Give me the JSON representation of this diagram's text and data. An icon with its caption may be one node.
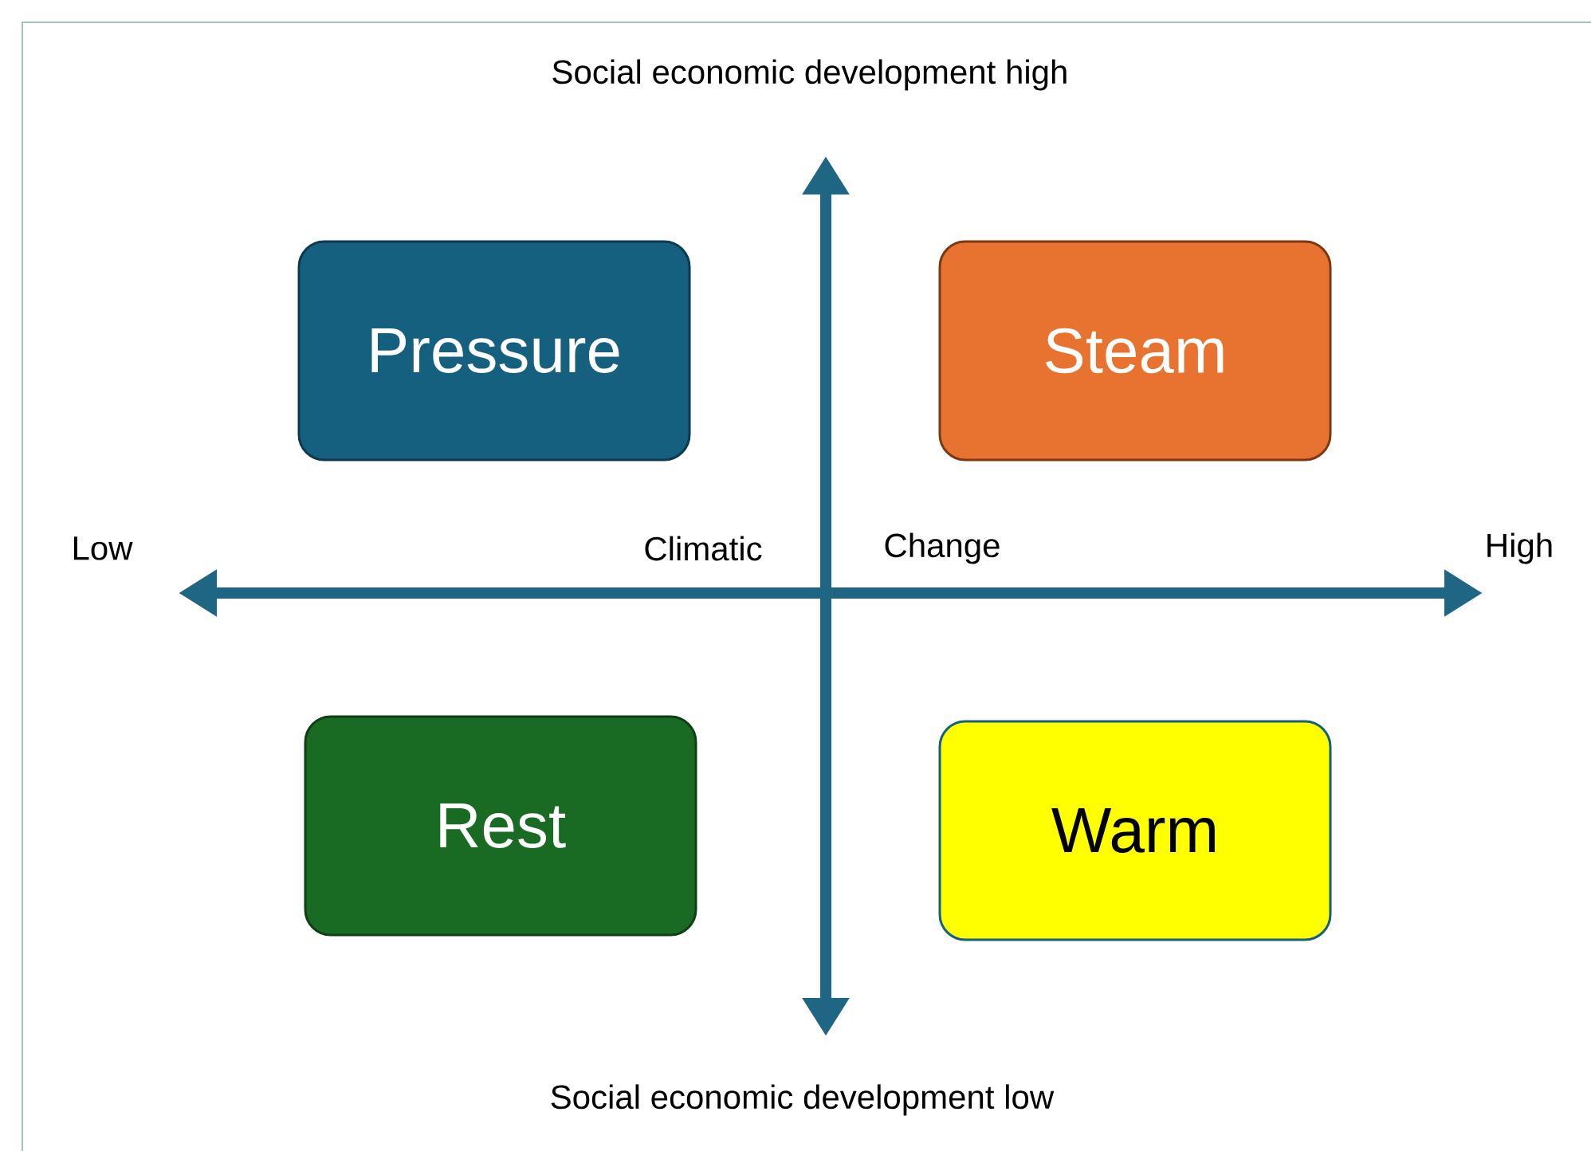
{
  "diagram": {
    "title": "Social economic development high",
    "caption": "Social economic development low",
    "nodes": [
      {
        "text": [
          "Pressure"
        ]
      },
      {
        "text": [
          "Steam"
        ]
      },
      {
        "text": [
          "Rest"
        ]
      },
      {
        "text": [
          "Warm"
        ]
      }
    ],
    "labels": [
      "Low",
      "Climatic",
      "Change",
      "High"
    ]
  }
}
